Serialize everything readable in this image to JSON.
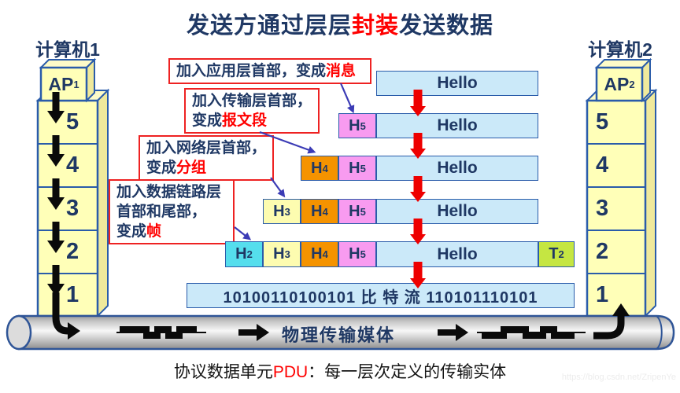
{
  "title": {
    "pre": "发送方通过层层",
    "em": "封装",
    "post": "发送数据"
  },
  "computers": {
    "left": {
      "name": "计算机1",
      "ap_base": "AP",
      "ap_sub": "1",
      "layers": [
        "5",
        "4",
        "3",
        "2",
        "1"
      ]
    },
    "right": {
      "name": "计算机2",
      "ap_base": "AP",
      "ap_sub": "2",
      "layers": [
        "5",
        "4",
        "3",
        "2",
        "1"
      ]
    }
  },
  "annotations": {
    "app": {
      "pre": "加入应用层首部，变成",
      "em": "消息"
    },
    "transport": {
      "line1": "加入传输层首部，",
      "pre2": "变成",
      "em": "报文段"
    },
    "network": {
      "line1": "加入网络层首部，",
      "pre2": "变成",
      "em": "分组"
    },
    "datalink": {
      "line1": "加入数据链路层",
      "line2": "首部和尾部，",
      "pre3": "变成",
      "em": "帧"
    }
  },
  "pdu": {
    "hello": "Hello",
    "h2": {
      "base": "H",
      "sub": "2"
    },
    "h3": {
      "base": "H",
      "sub": "3"
    },
    "h4": {
      "base": "H",
      "sub": "4"
    },
    "h5": {
      "base": "H",
      "sub": "5"
    },
    "t2": {
      "base": "T",
      "sub": "2"
    }
  },
  "bitstream": "10100110100101 比 特 流 110101110101",
  "medium_label": "物理传输媒体",
  "caption": {
    "pre": "协议数据单元",
    "em": "PDU",
    "post": "：每一层次定义的传输实体"
  },
  "watermark": "https://blog.csdn.net/ZripenYe",
  "colors": {
    "navy": "#1F3864",
    "red": "#FF0000",
    "redBorder": "#EE2222",
    "arrowRed": "#EE0000",
    "arrowBlue": "#3B3BB5",
    "black": "#0A0A0A",
    "h2c": "#55DEED",
    "h3c": "#FDFCB0",
    "h4c": "#F59300",
    "h5c": "#F89BF0",
    "t2c": "#C5E642",
    "helloc": "#CBE9F9",
    "tower": "#FFFFB8",
    "towerSide": "#EFE99C",
    "towerTop": "#FDFBC8",
    "border": "#2A5CAA",
    "cylStroke": "#2F5597",
    "captionText": "#151515",
    "watermark": "#ECECEC"
  }
}
